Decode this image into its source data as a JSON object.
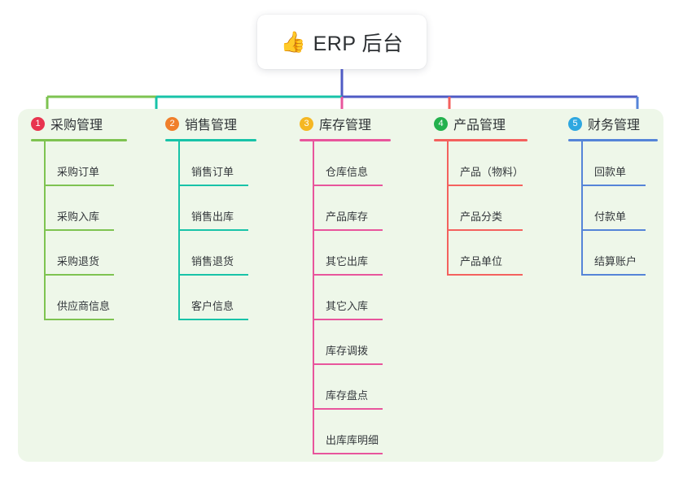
{
  "root": {
    "icon": "thumbs-up-icon",
    "emoji": "👍",
    "title": "ERP 后台"
  },
  "theme": {
    "panel_bg": "#eef7e9",
    "page_bg": "#ffffff",
    "root_trunk": "#4f5bc4",
    "text": "#34383c"
  },
  "columns": [
    {
      "number": "1",
      "title": "采购管理",
      "badge_color": "#e8344f",
      "line_color": "#7ec351",
      "items": [
        {
          "label": "采购订单"
        },
        {
          "label": "采购入库"
        },
        {
          "label": "采购退货"
        },
        {
          "label": "供应商信息"
        }
      ]
    },
    {
      "number": "2",
      "title": "销售管理",
      "badge_color": "#f07f2b",
      "line_color": "#18c3a8",
      "items": [
        {
          "label": "销售订单"
        },
        {
          "label": "销售出库"
        },
        {
          "label": "销售退货"
        },
        {
          "label": "客户信息"
        }
      ]
    },
    {
      "number": "3",
      "title": "库存管理",
      "badge_color": "#f5b722",
      "line_color": "#e8559c",
      "items": [
        {
          "label": "仓库信息"
        },
        {
          "label": "产品库存"
        },
        {
          "label": "其它出库"
        },
        {
          "label": "其它入库"
        },
        {
          "label": "库存调拨"
        },
        {
          "label": "库存盘点"
        },
        {
          "label": "出库库明细"
        }
      ]
    },
    {
      "number": "4",
      "title": "产品管理",
      "badge_color": "#23b14d",
      "line_color": "#f4615e",
      "items": [
        {
          "label": "产品（物料）"
        },
        {
          "label": "产品分类"
        },
        {
          "label": "产品单位"
        }
      ]
    },
    {
      "number": "5",
      "title": "财务管理",
      "badge_color": "#2ea7e0",
      "line_color": "#5584d8",
      "items": [
        {
          "label": "回款单"
        },
        {
          "label": "付款单"
        },
        {
          "label": "结算账户"
        }
      ]
    }
  ]
}
